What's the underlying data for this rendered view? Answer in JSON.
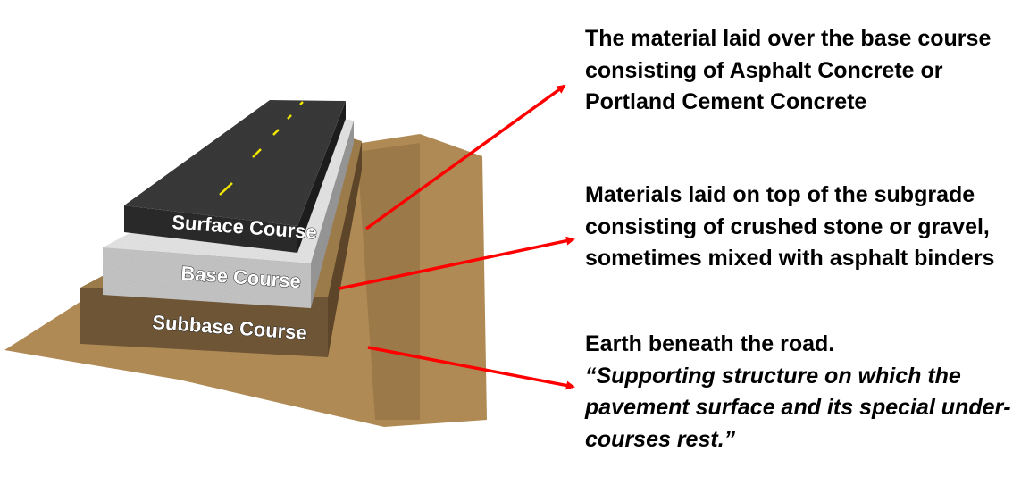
{
  "layers": [
    {
      "label": "Surface Course",
      "description": "The material laid over the base course consisting of Asphalt Concrete or Portland Cement Concrete"
    },
    {
      "label": "Base Course",
      "description": "Materials laid on top of the subgrade consisting of crushed stone or gravel, sometimes mixed with asphalt binders"
    },
    {
      "label": "Subbase Course",
      "description": "Earth beneath the road.",
      "quote": "“Supporting structure on which the pavement surface and its special under-courses rest.”"
    }
  ],
  "colors": {
    "arrow": "#ff0000",
    "surface": "#2b2b2b",
    "base": "#c8c8c8",
    "subbase": "#6e5535",
    "ground": "#b08a55",
    "lane_marking": "#f2e600"
  }
}
